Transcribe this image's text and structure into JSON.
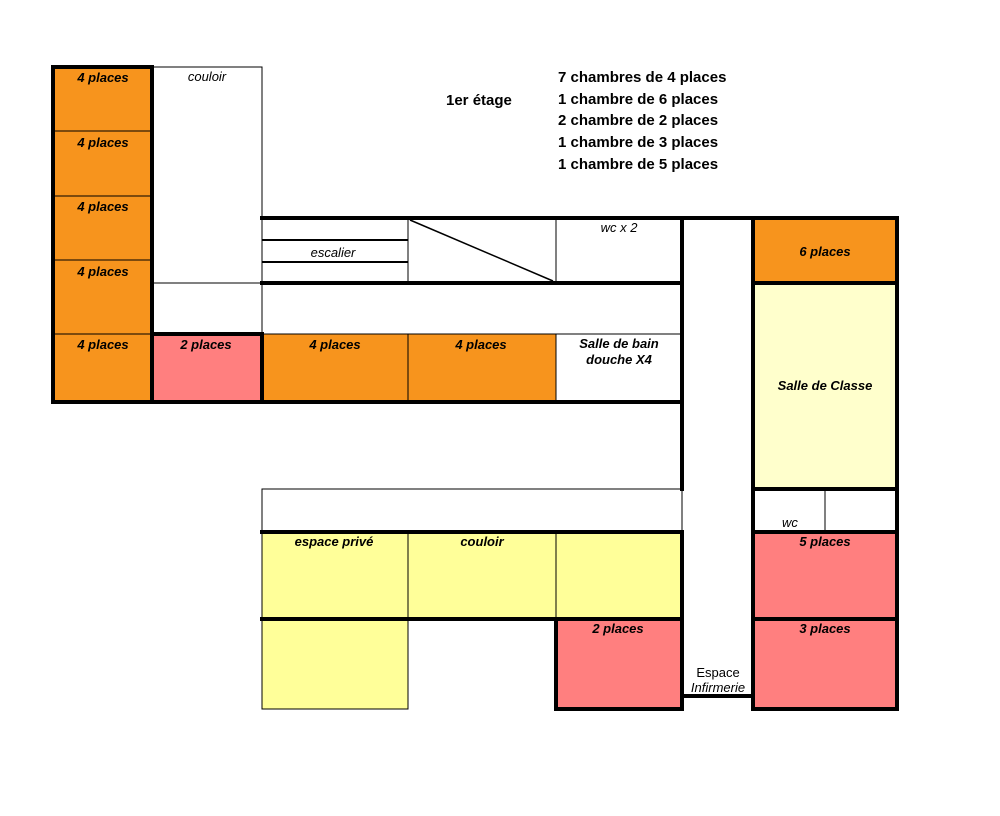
{
  "floor": {
    "title": "1er étage"
  },
  "summary": [
    "7 chambres de 4 places",
    "1 chambre de 6 places",
    "2 chambre de 2 places",
    "1 chambre de 3 places",
    "1 chambre de 5 places"
  ],
  "colors": {
    "orange": "#F7941D",
    "pink": "#FF7F7F",
    "yellow": "#FFFF99",
    "cream": "#FFFFCC",
    "wall": "#000000"
  },
  "rooms": {
    "left_1": "4 places",
    "left_2": "4 places",
    "left_3": "4 places",
    "left_4": "4 places",
    "left_5": "4 places",
    "corridor_top": "couloir",
    "room_2p_top": "2 places",
    "room_4p_mid_1": "4 places",
    "room_4p_mid_2": "4 places",
    "bath_line1": "Salle de bain",
    "bath_line2": "douche X4",
    "stairs": "escalier",
    "wc_top": "wc x 2",
    "room_6p": "6 places",
    "classroom": "Salle de Classe",
    "wc_right": "wc",
    "room_5p": "5 places",
    "room_3p": "3 places",
    "private_space": "espace privé",
    "corridor_bottom": "couloir",
    "room_2p_bottom": "2 places",
    "infirmary_line1": "Espace",
    "infirmary_line2": "Infirmerie"
  }
}
